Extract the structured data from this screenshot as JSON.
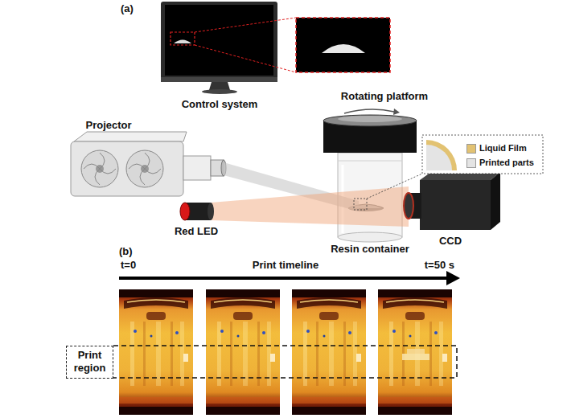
{
  "diagram": {
    "nodes": [
      {
        "text": [
          "Print region"
        ]
      }
    ],
    "labels": [
      "(a)",
      "Control system",
      "Rotating platform",
      "Projector",
      "Red LED",
      "Resin container",
      "CCD",
      "(b)",
      "t=0",
      "Print timeline",
      "t=50 s"
    ],
    "legend": [
      {
        "text": "Liquid Film",
        "color": "#e2c272"
      },
      {
        "text": "Printed parts",
        "color": "#e4e4e4"
      }
    ]
  }
}
